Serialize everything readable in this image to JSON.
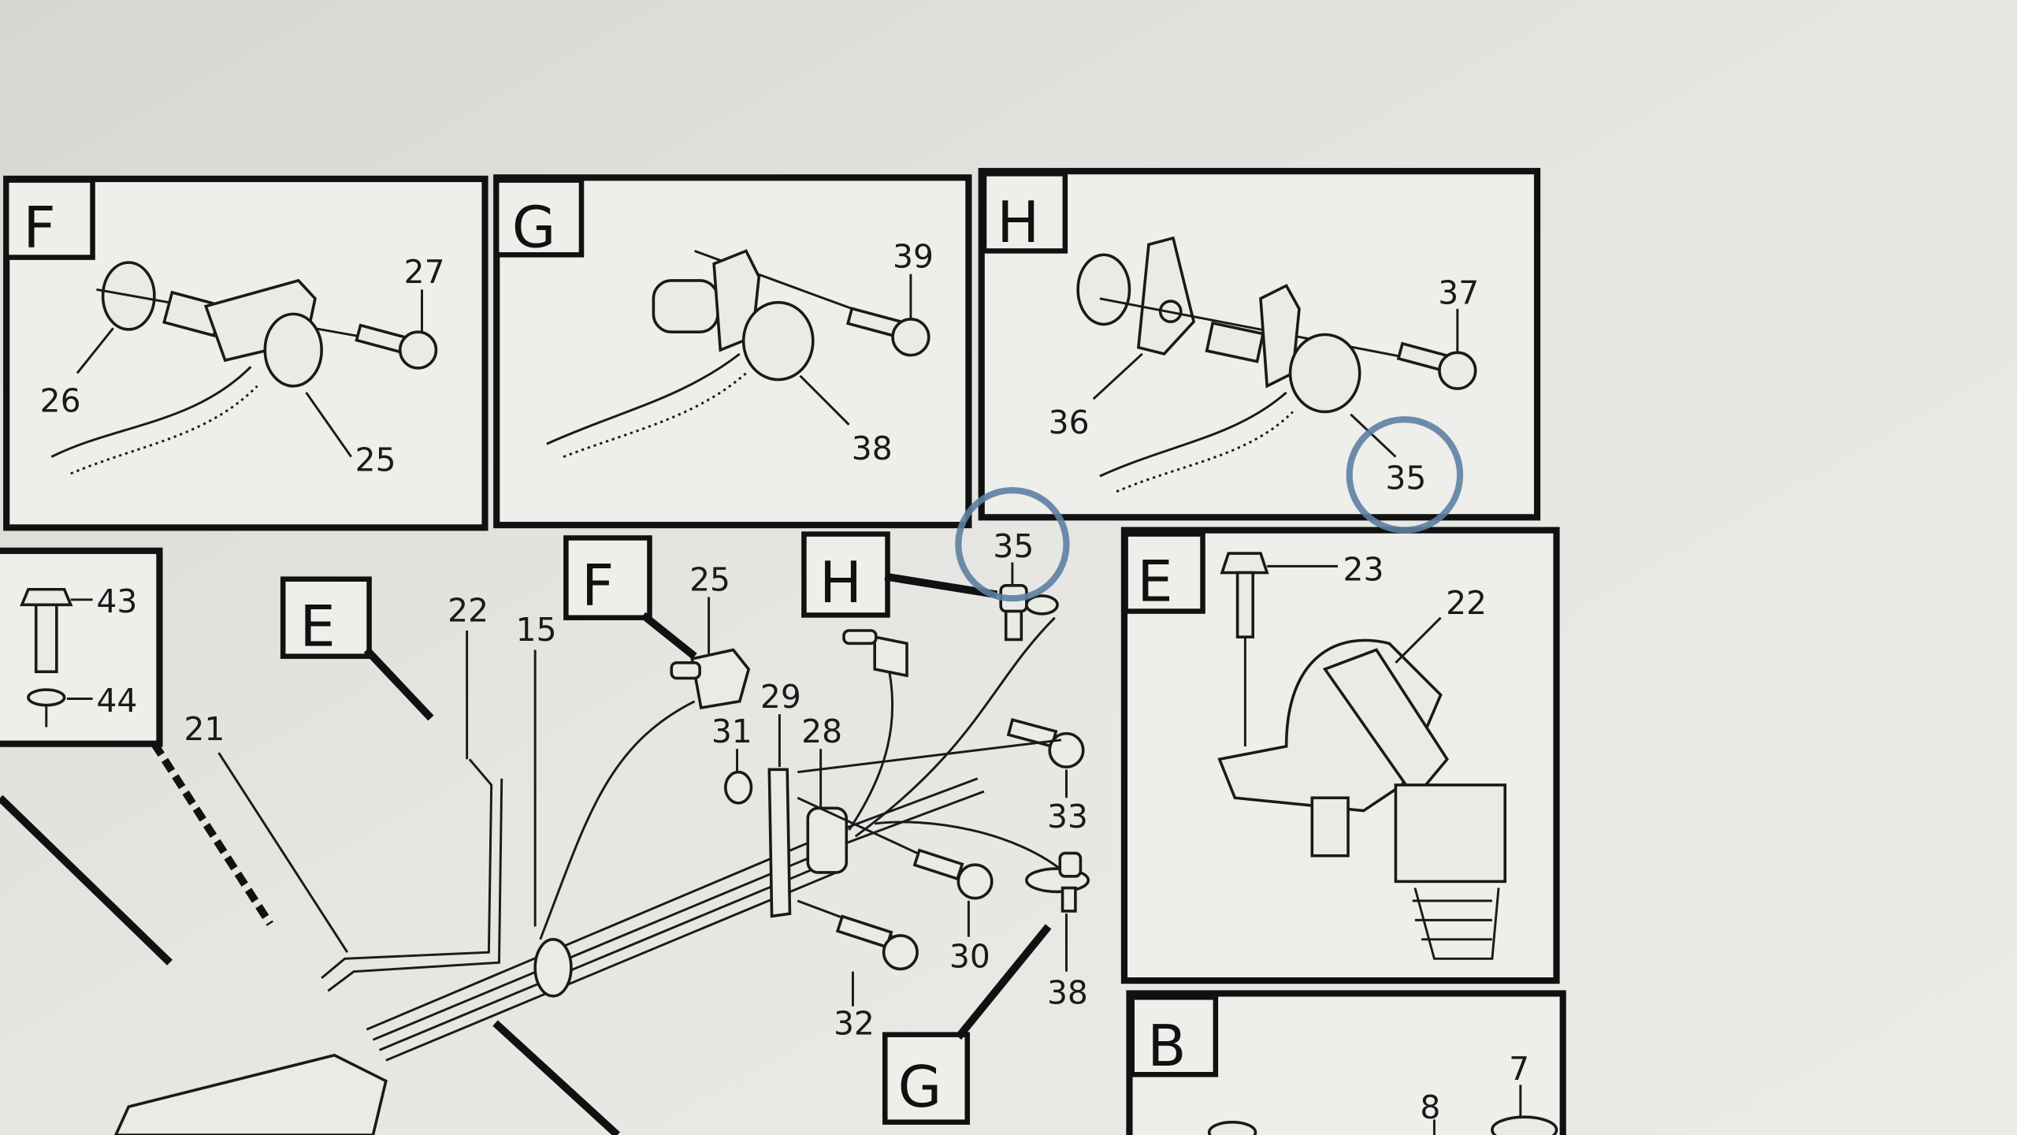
{
  "diagram": {
    "panels": {
      "F": {
        "letter": "F",
        "labels": [
          "27",
          "26",
          "25"
        ]
      },
      "G": {
        "letter": "G",
        "labels": [
          "39",
          "38"
        ]
      },
      "H": {
        "letter": "H",
        "labels": [
          "37",
          "36",
          "35"
        ]
      },
      "bolt": {
        "labels": [
          "43",
          "44"
        ]
      },
      "E": {
        "letter": "E",
        "labels": [
          "23",
          "22"
        ]
      },
      "B": {
        "letter": "B",
        "labels": [
          "7",
          "8"
        ]
      }
    },
    "main": {
      "callouts": {
        "E": "E",
        "F": "F",
        "H": "H",
        "G": "G"
      },
      "labels": [
        "22",
        "15",
        "21",
        "25",
        "29",
        "31",
        "28",
        "35",
        "33",
        "30",
        "32",
        "38"
      ]
    },
    "highlights": [
      "35",
      "35"
    ],
    "highlight_color": "#5d80a3"
  }
}
